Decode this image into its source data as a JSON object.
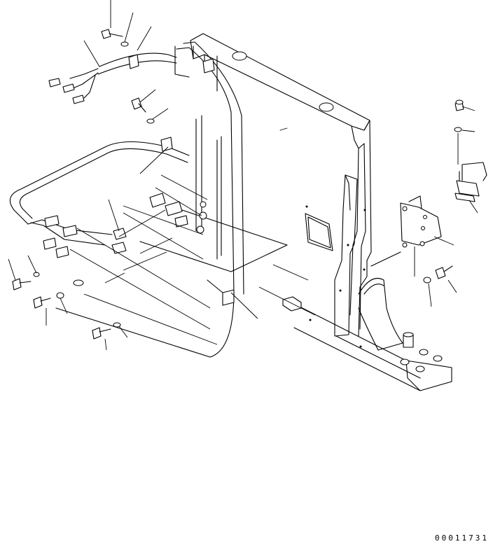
{
  "drawing": {
    "number": "00011731"
  },
  "parts": [
    {
      "name": "frame-assembly"
    },
    {
      "name": "wiring-harness-upper"
    },
    {
      "name": "wiring-harness-loop"
    },
    {
      "name": "clamp-bracket"
    },
    {
      "name": "bolt"
    },
    {
      "name": "washer"
    },
    {
      "name": "relay-bracket"
    },
    {
      "name": "relay"
    }
  ]
}
